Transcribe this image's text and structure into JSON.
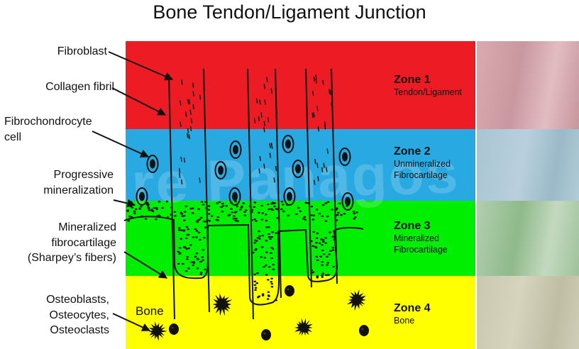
{
  "title": "Bone Tendon/Ligament Junction",
  "watermark": "Andre Panagos",
  "colors": {
    "zone1": "#ed1c24",
    "zone2": "#29a9e1",
    "zone3": "#00ee00",
    "zone4": "#ffff00",
    "ink": "#111111"
  },
  "zones": [
    {
      "name": "Zone 1",
      "desc1": "Tendon/Ligament",
      "desc2": ""
    },
    {
      "name": "Zone 2",
      "desc1": "Unmineralized",
      "desc2": "Fibrocartilage"
    },
    {
      "name": "Zone 3",
      "desc1": "Mineralized",
      "desc2": "Fibrocartilage"
    },
    {
      "name": "Zone 4",
      "desc1": "Bone",
      "desc2": ""
    }
  ],
  "labels": {
    "fibroblast": "Fibroblast",
    "collagen": "Collagen fibril",
    "fibrochondrocyte_1": "Fibrochondrocyte",
    "fibrochondrocyte_2": "cell",
    "progressive_1": "Progressive",
    "progressive_2": "mineralization",
    "mineralized_1": "Mineralized",
    "mineralized_2": "fibrocartilage",
    "mineralized_3": "(Sharpey’s fibers)",
    "osteo_1": "Osteoblasts,",
    "osteo_2": "Osteocytes,",
    "osteo_3": "Osteoclasts",
    "bone": "Bone"
  }
}
